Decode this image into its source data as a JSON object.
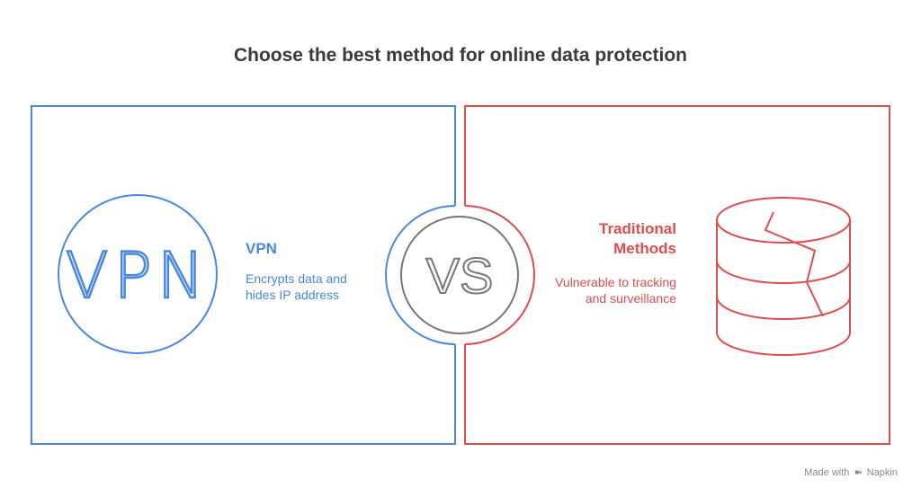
{
  "title": "Choose the best method for online data protection",
  "left": {
    "icon_text": "VPN",
    "heading": "VPN",
    "description": "Encrypts data and hides IP address",
    "color": "#4a87e0"
  },
  "center": {
    "label": "VS",
    "color": "#777777"
  },
  "right": {
    "icon": "database-icon",
    "heading": "Traditional Methods",
    "description": "Vulnerable to tracking and surveillance",
    "color": "#dc4e4e"
  },
  "footer": {
    "made_with": "Made with",
    "brand": "Napkin"
  }
}
